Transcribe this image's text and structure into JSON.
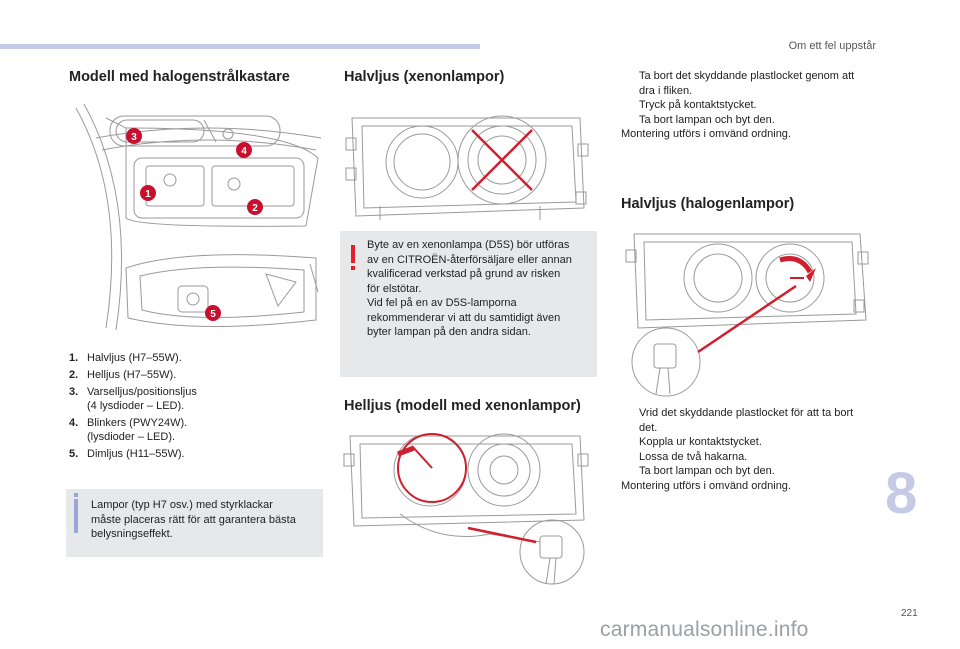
{
  "header": {
    "section_title": "Om ett fel uppstår"
  },
  "left": {
    "heading": "Modell med halogenstrålkastare",
    "callouts": [
      "1",
      "2",
      "3",
      "4",
      "5"
    ],
    "items": [
      {
        "num": "1.",
        "text": "Halvljus (H7–55W)."
      },
      {
        "num": "2.",
        "text": "Helljus (H7–55W)."
      },
      {
        "num": "3.",
        "text": "Varselljus/positionsljus\n(4 lysdioder – LED)."
      },
      {
        "num": "4.",
        "text": "Blinkers (PWY24W).\n(lysdioder – LED)."
      },
      {
        "num": "5.",
        "text": "Dimljus (H11–55W)."
      }
    ],
    "note": "Lampor (typ H7 osv.) med styrklackar\nmåste placeras rätt för att garantera bästa\nbelysningseffekt."
  },
  "middle": {
    "heading_xenon_low": "Halvljus (xenonlampor)",
    "warning": "Byte av en xenonlampa (D5S) bör utföras\nav en CITROËN-återförsäljare eller annan\nkvalificerad verkstad på grund av risken\nför elstötar.\nVid fel på en av D5S-lamporna\nrekommenderar vi att du samtidigt även\nbyter lampan på den andra sidan.",
    "heading_xenon_high": "Helljus (modell med xenonlampor)"
  },
  "right": {
    "steps_top": [
      "Ta bort det skyddande plastlocket genom att\ndra i fliken.",
      "Tryck på kontaktstycket.",
      "Ta bort lampan och byt den."
    ],
    "closing_top": "Montering utförs i omvänd ordning.",
    "heading_halogen_low": "Halvljus (halogenlampor)",
    "steps_bottom": [
      "Vrid det skyddande plastlocket för att ta bort\ndet.",
      "Koppla ur kontaktstycket.",
      "Lossa de två hakarna.",
      "Ta bort lampan och byt den."
    ],
    "closing_bottom": "Montering utförs i omvänd ordning."
  },
  "bullet_glyph": "",
  "chapter_number": "8",
  "page_number": "221",
  "watermark": "carmanualsonline.info",
  "colors": {
    "accent": "#c5cbe6",
    "callout_red": "#c8102e",
    "warning_red": "#e31f2a",
    "info_blue": "#9aa6d6"
  }
}
